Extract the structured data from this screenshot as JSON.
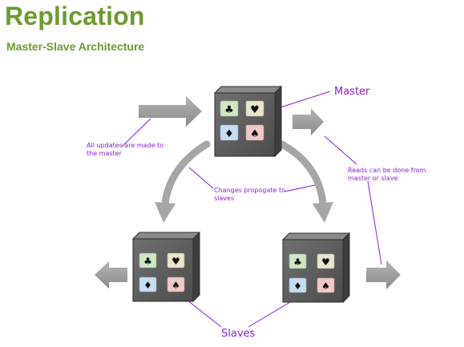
{
  "header": {
    "title": "Replication",
    "subtitle": "Master-Slave Architecture"
  },
  "diagram": {
    "labels": {
      "master": "Master",
      "updates_line1": "All updates are made to",
      "updates_line2": "the master",
      "changes_line1": "Changes propogate to",
      "changes_line2": "slaves",
      "reads_line1": "Reads can be done from",
      "reads_line2": "master or slave",
      "slaves": "Slaves"
    },
    "card_suits": {
      "clubs": "♣",
      "hearts": "♥",
      "diamonds": "♦",
      "spades": "♠"
    },
    "colors": {
      "title": "#6e9a2f",
      "annotation": "#8b1fcf",
      "server": "#5f5f5f",
      "arrow": "#9a9a9a",
      "card_green": "#cfe7c4",
      "card_beige": "#e9e6cc",
      "card_blue": "#c6ddf2",
      "card_pink": "#f0c8c8"
    },
    "nodes": [
      "master-server",
      "slave-server-left",
      "slave-server-right"
    ]
  }
}
